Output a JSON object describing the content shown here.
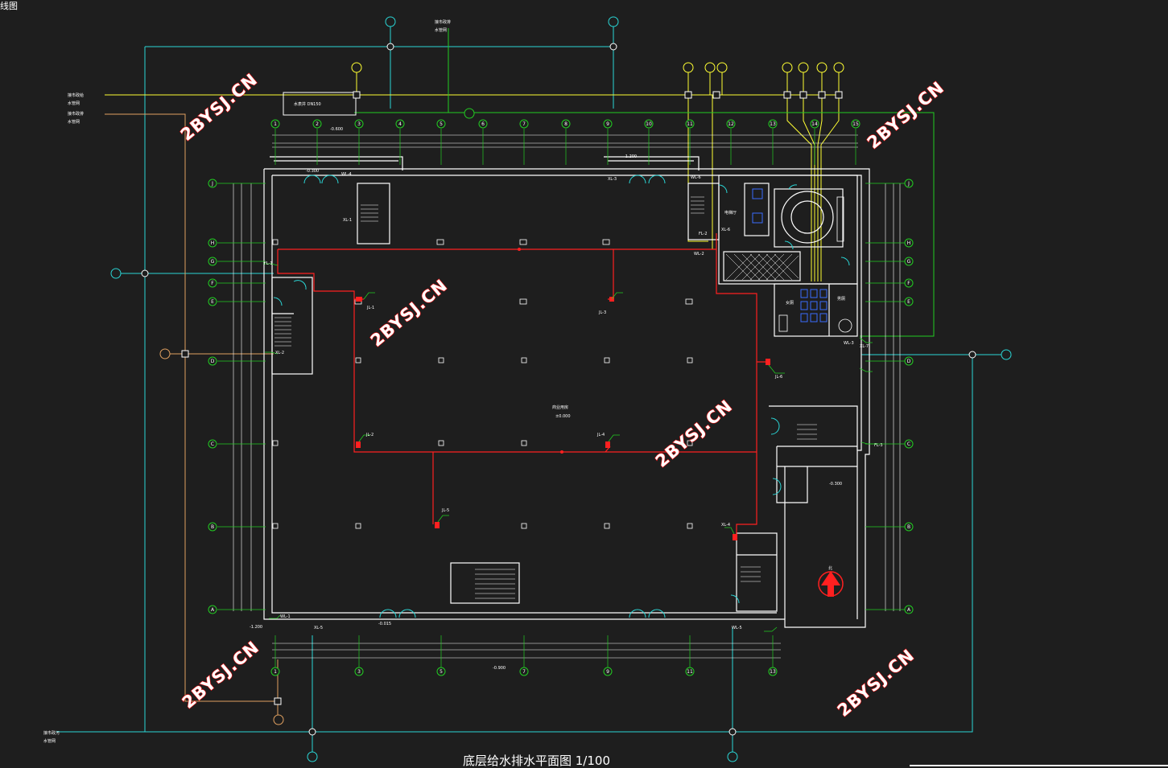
{
  "window": {
    "corner_label": "线图"
  },
  "drawing": {
    "title": "底层给水排水平面图  1/100",
    "room_label": "商业用房",
    "room_elevation": "±0.000",
    "rooms": [
      "电梯厅",
      "女厕",
      "男厕"
    ],
    "north_label": "北"
  },
  "watermarks": [
    "2BYSJ.CN",
    "2BYSJ.CN",
    "2BYSJ.CN",
    "2BYSJ.CN",
    "2BYSJ.CN",
    "2BYSJ.CN"
  ],
  "grid": {
    "top_axes": [
      "1",
      "2",
      "3",
      "4",
      "5",
      "6",
      "7",
      "8",
      "9",
      "10",
      "11",
      "12",
      "13",
      "14",
      "15"
    ],
    "bottom_axes": [
      "1",
      "3",
      "5",
      "7",
      "9",
      "11",
      "13"
    ],
    "side_axes": [
      "J",
      "H",
      "G",
      "F",
      "E",
      "D",
      "C",
      "B",
      "A"
    ]
  },
  "riser_labels": [
    "JL-1",
    "JL-2",
    "JL-3",
    "JL-4",
    "JL-5",
    "JL-6",
    "WL-1",
    "WL-2",
    "WL-3",
    "WL-4",
    "WL-5",
    "WL-6",
    "FL-1",
    "FL-2",
    "FL-3",
    "XL-1",
    "XL-2",
    "XL-3",
    "XL-4",
    "XL-5",
    "XL-6",
    "XL-7"
  ],
  "pipe_notes": {
    "left_top_1": "接市政给",
    "left_top_2": "水管网",
    "left_mid_1": "接市政排",
    "left_mid_2": "水管网",
    "left_bottom_1": "接市政污",
    "left_bottom_2": "水管网",
    "top_note_1": "接市政排",
    "top_note_2": "水管网",
    "meter_box": "水表井 DN150",
    "elev_1": "-0.600",
    "elev_2": "-1.200",
    "elev_3": "-0.300",
    "elev_4": "-0.015",
    "elev_5": "-0.900"
  },
  "colors": {
    "water_supply": "#ff2020",
    "drainage": "#00c8c8",
    "walls": "#ffffff",
    "grid": "#00cc33",
    "yellow": "#ffff33",
    "orange": "#e0a060",
    "cyan_pipe": "#2ad6d6"
  }
}
